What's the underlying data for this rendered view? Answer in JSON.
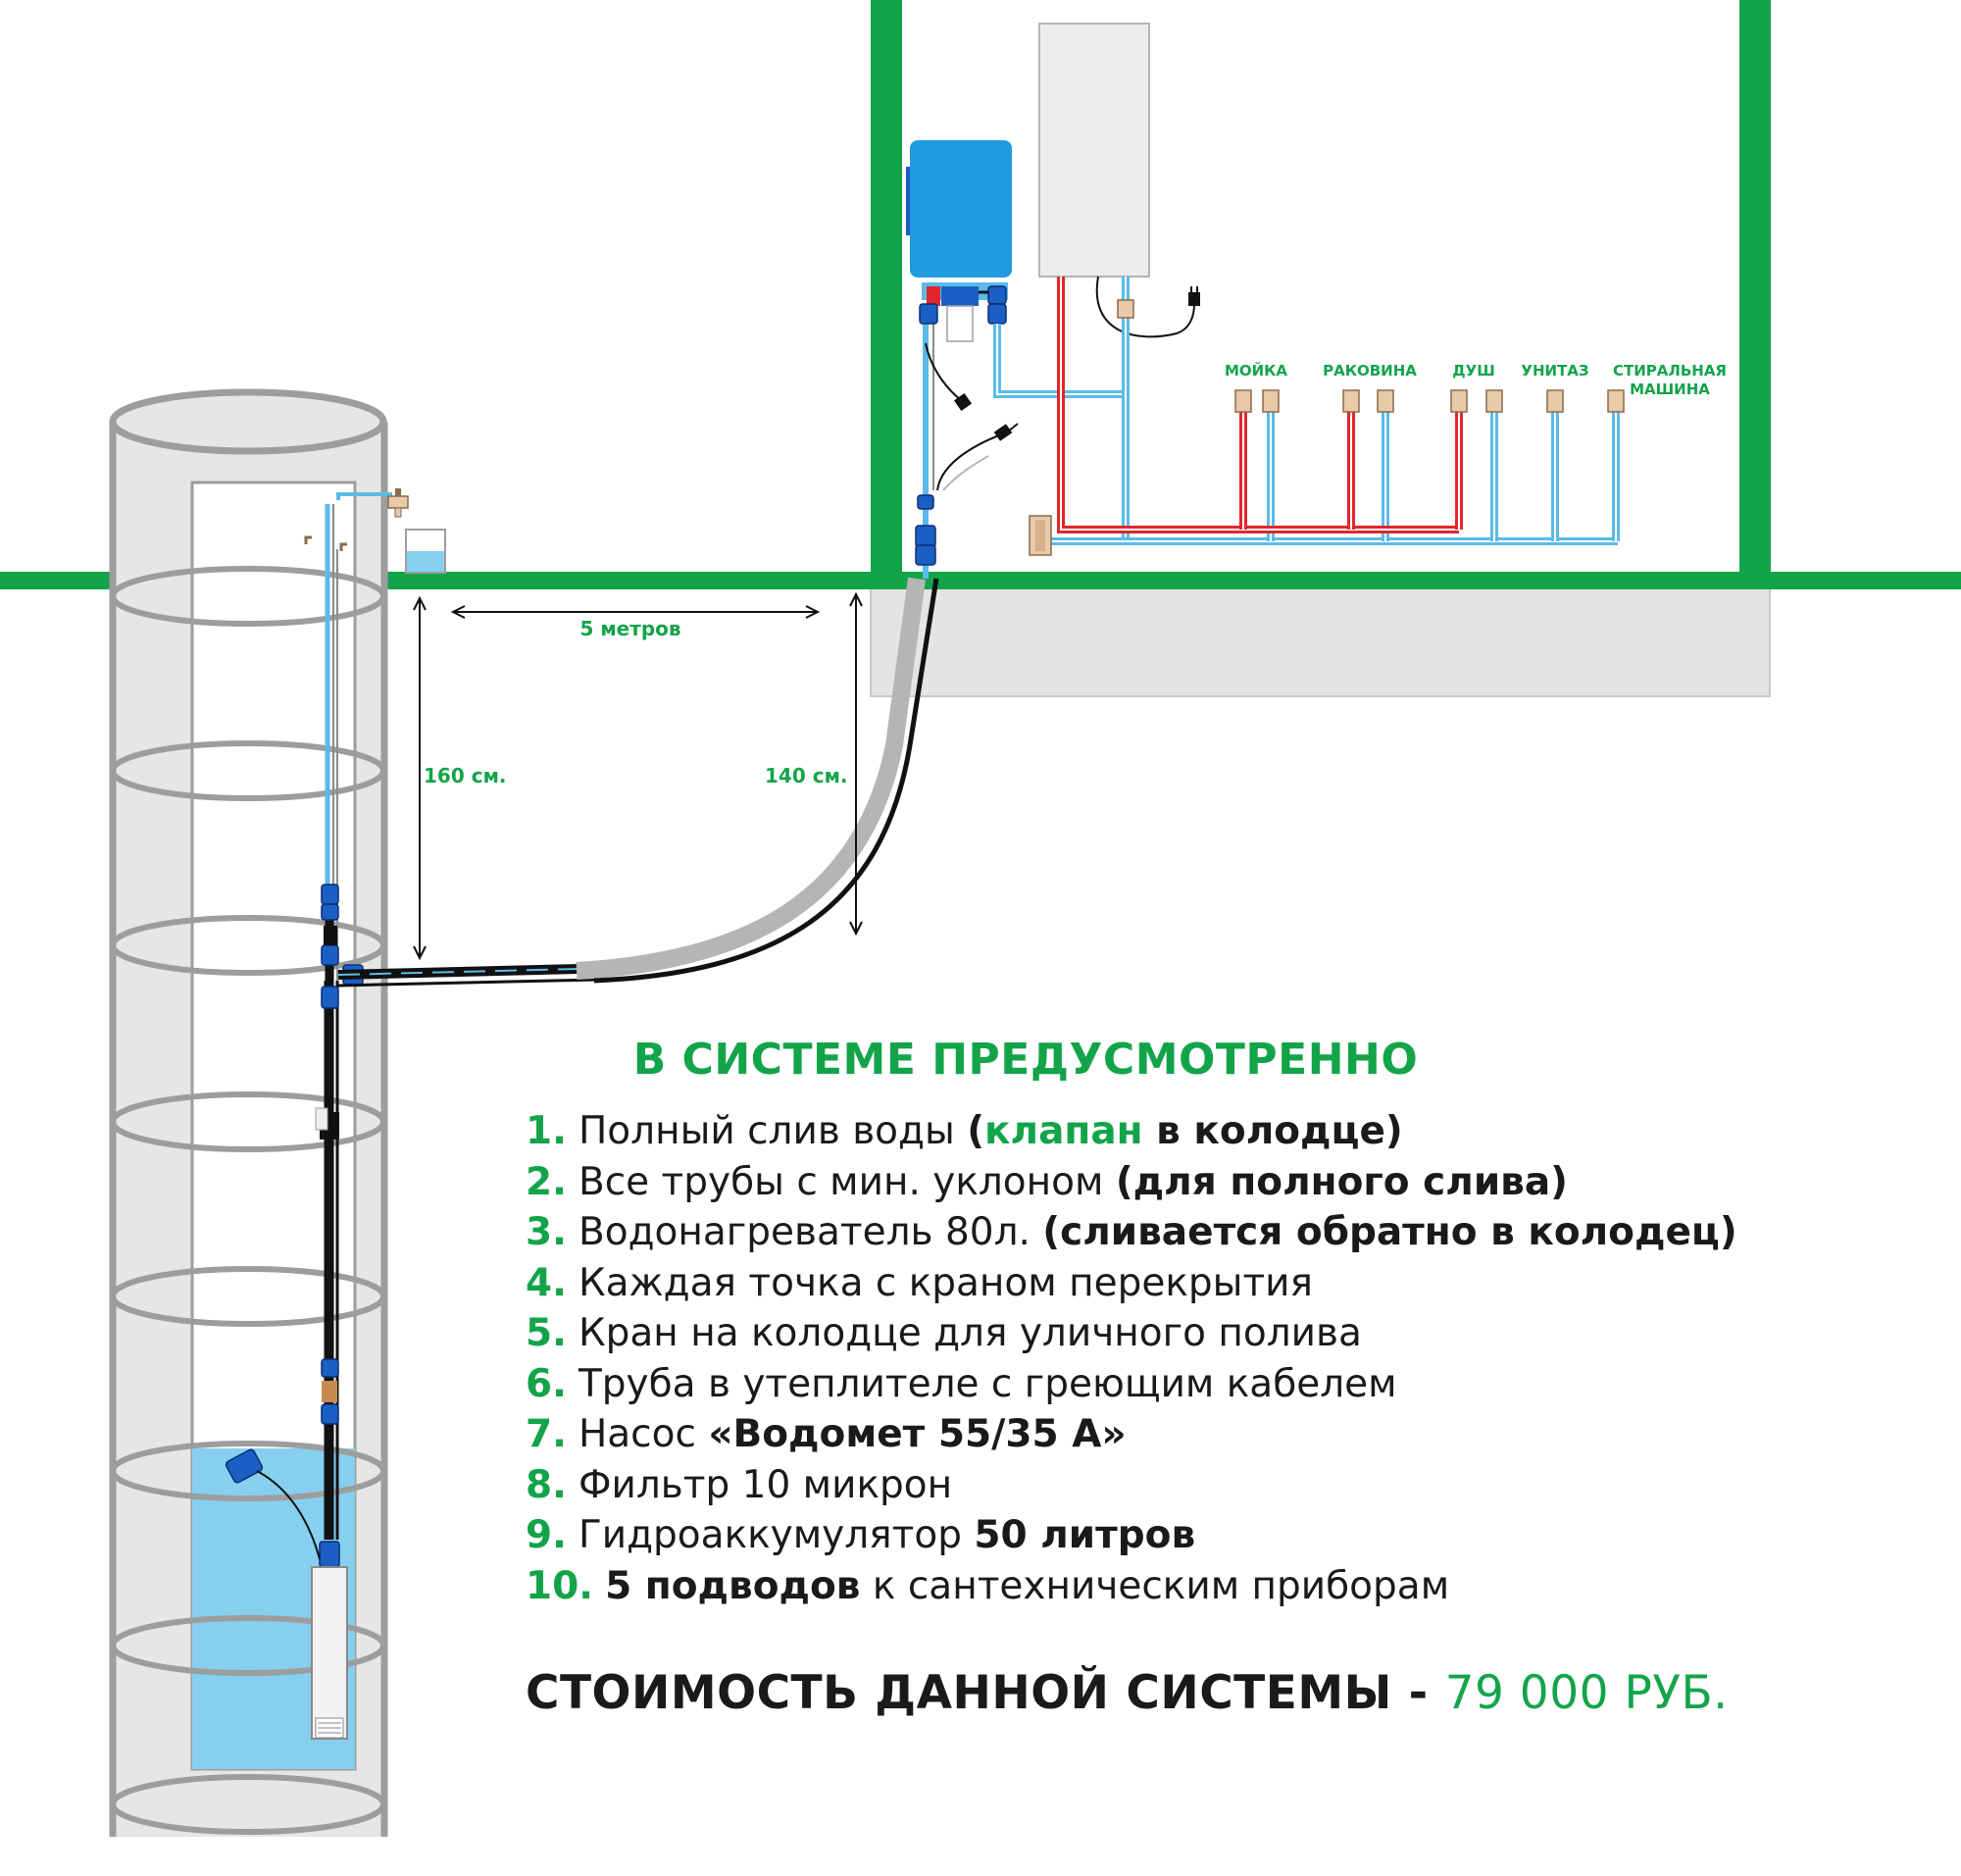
{
  "labels": {
    "distance": "5 метров",
    "well_depth": "160 см.",
    "house_depth": "140 см.",
    "fixtures": [
      "МОЙКА",
      "РАКОВИНА",
      "ДУШ",
      "УНИТАЗ",
      "СТИРАЛЬНАЯ",
      "МАШИНА"
    ]
  },
  "info": {
    "title": "В СИСТЕМЕ ПРЕДУСМОТРЕННО",
    "items": [
      {
        "num": "1.",
        "a": "Полный слив воды ",
        "b": "(",
        "c": "клапан",
        "d": " в колодце)"
      },
      {
        "num": "2.",
        "a": "Все трубы с мин. уклоном ",
        "b": "(для полного слива)"
      },
      {
        "num": "3.",
        "a": "Водонагреватель 80л. ",
        "b": "(сливается обратно в колодец)"
      },
      {
        "num": "4.",
        "a": "Каждая точка с краном перекрытия"
      },
      {
        "num": "5.",
        "a": "Кран на колодце для уличного полива"
      },
      {
        "num": "6.",
        "a": "Труба в утеплителе с греющим кабелем"
      },
      {
        "num": "7.",
        "a": "Насос ",
        "b": "«Водомет 55/35 А»"
      },
      {
        "num": "8.",
        "a": "Фильтр 10 микрон"
      },
      {
        "num": "9.",
        "a": "Гидроаккумулятор ",
        "b": "50 литров"
      },
      {
        "num": "10.",
        "b": "5 подводов",
        "a": " к сантехническим приборам"
      }
    ],
    "cost_label": "СТОИМОСТЬ ДАННОЙ СИСТЕМЫ - ",
    "cost_value": "79 000 РУБ."
  },
  "colors": {
    "green": "#13a44a",
    "hot": "#e3262b",
    "cold": "#5bbbe8",
    "well_gray": "#9d9d9d",
    "water": "#86cfef",
    "device_blue": "#1f9be0",
    "fitting_blue": "#1b5fc4"
  }
}
